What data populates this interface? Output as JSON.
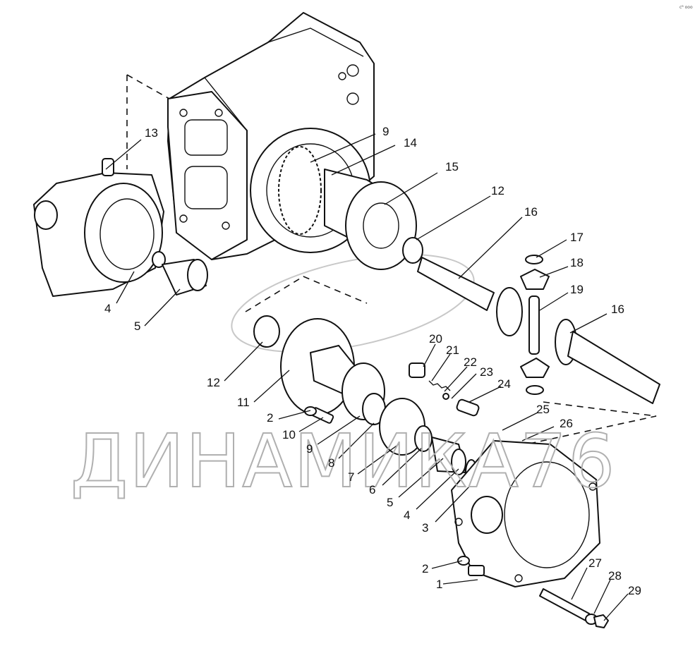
{
  "watermark": "ДИНАМИКА76",
  "corner_mark": "c⁸ ooo",
  "callouts": [
    "1",
    "2",
    "2",
    "3",
    "4",
    "4",
    "5",
    "5",
    "6",
    "7",
    "8",
    "9",
    "9",
    "10",
    "11",
    "12",
    "12",
    "13",
    "14",
    "15",
    "16",
    "16",
    "17",
    "18",
    "19",
    "20",
    "21",
    "22",
    "23",
    "24",
    "25",
    "26",
    "27",
    "28",
    "29"
  ]
}
